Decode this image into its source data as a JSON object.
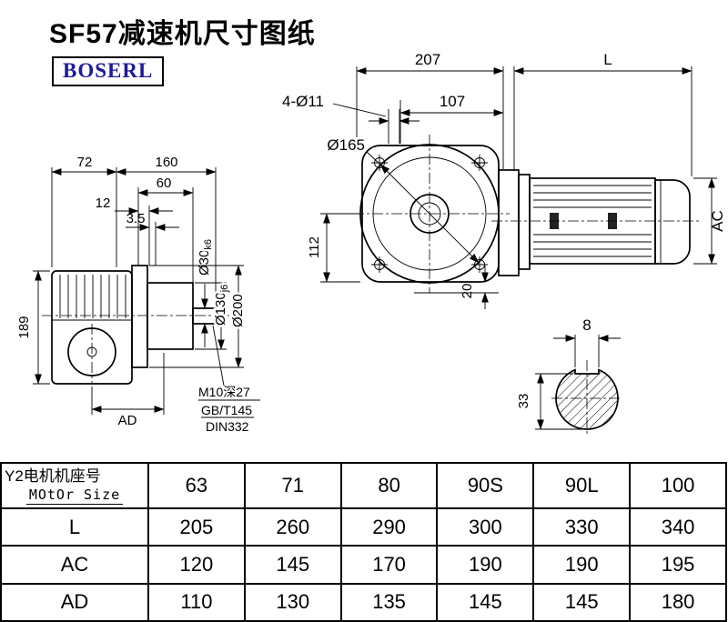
{
  "page": {
    "title": "SF57减速机尺寸图纸",
    "brand": "BOSERL"
  },
  "side_view": {
    "dim_72": "72",
    "dim_160": "160",
    "dim_60": "60",
    "dim_12": "12",
    "dim_3_5": "3.5",
    "dim_189": "189",
    "dim_ad": "AD",
    "dia_shaft_main": "Ø30",
    "dia_shaft_tol": "k6",
    "dia_spigot_main": "Ø130",
    "dia_spigot_tol": "j6",
    "dia_flange": "Ø200",
    "tap_note": "M10深27",
    "std_gb": "GB/T145",
    "std_din": "DIN332"
  },
  "front_view": {
    "dim_207": "207",
    "dim_L": "L",
    "dim_107": "107",
    "holes": "4-Ø11",
    "dia_flange_circle": "Ø165",
    "dim_112": "112",
    "dim_ac": "AC",
    "dim_20": "20"
  },
  "shaft_section": {
    "dim_8": "8",
    "dim_33": "33"
  },
  "table": {
    "header_line1": "Y2电机机座号",
    "header_line2": "MOtOr Size",
    "columns": [
      "63",
      "71",
      "80",
      "90S",
      "90L",
      "100"
    ],
    "rows": [
      {
        "label": "L",
        "values": [
          "205",
          "260",
          "290",
          "300",
          "330",
          "340"
        ]
      },
      {
        "label": "AC",
        "values": [
          "120",
          "145",
          "170",
          "190",
          "190",
          "195"
        ]
      },
      {
        "label": "AD",
        "values": [
          "110",
          "130",
          "135",
          "145",
          "145",
          "180"
        ]
      }
    ]
  }
}
